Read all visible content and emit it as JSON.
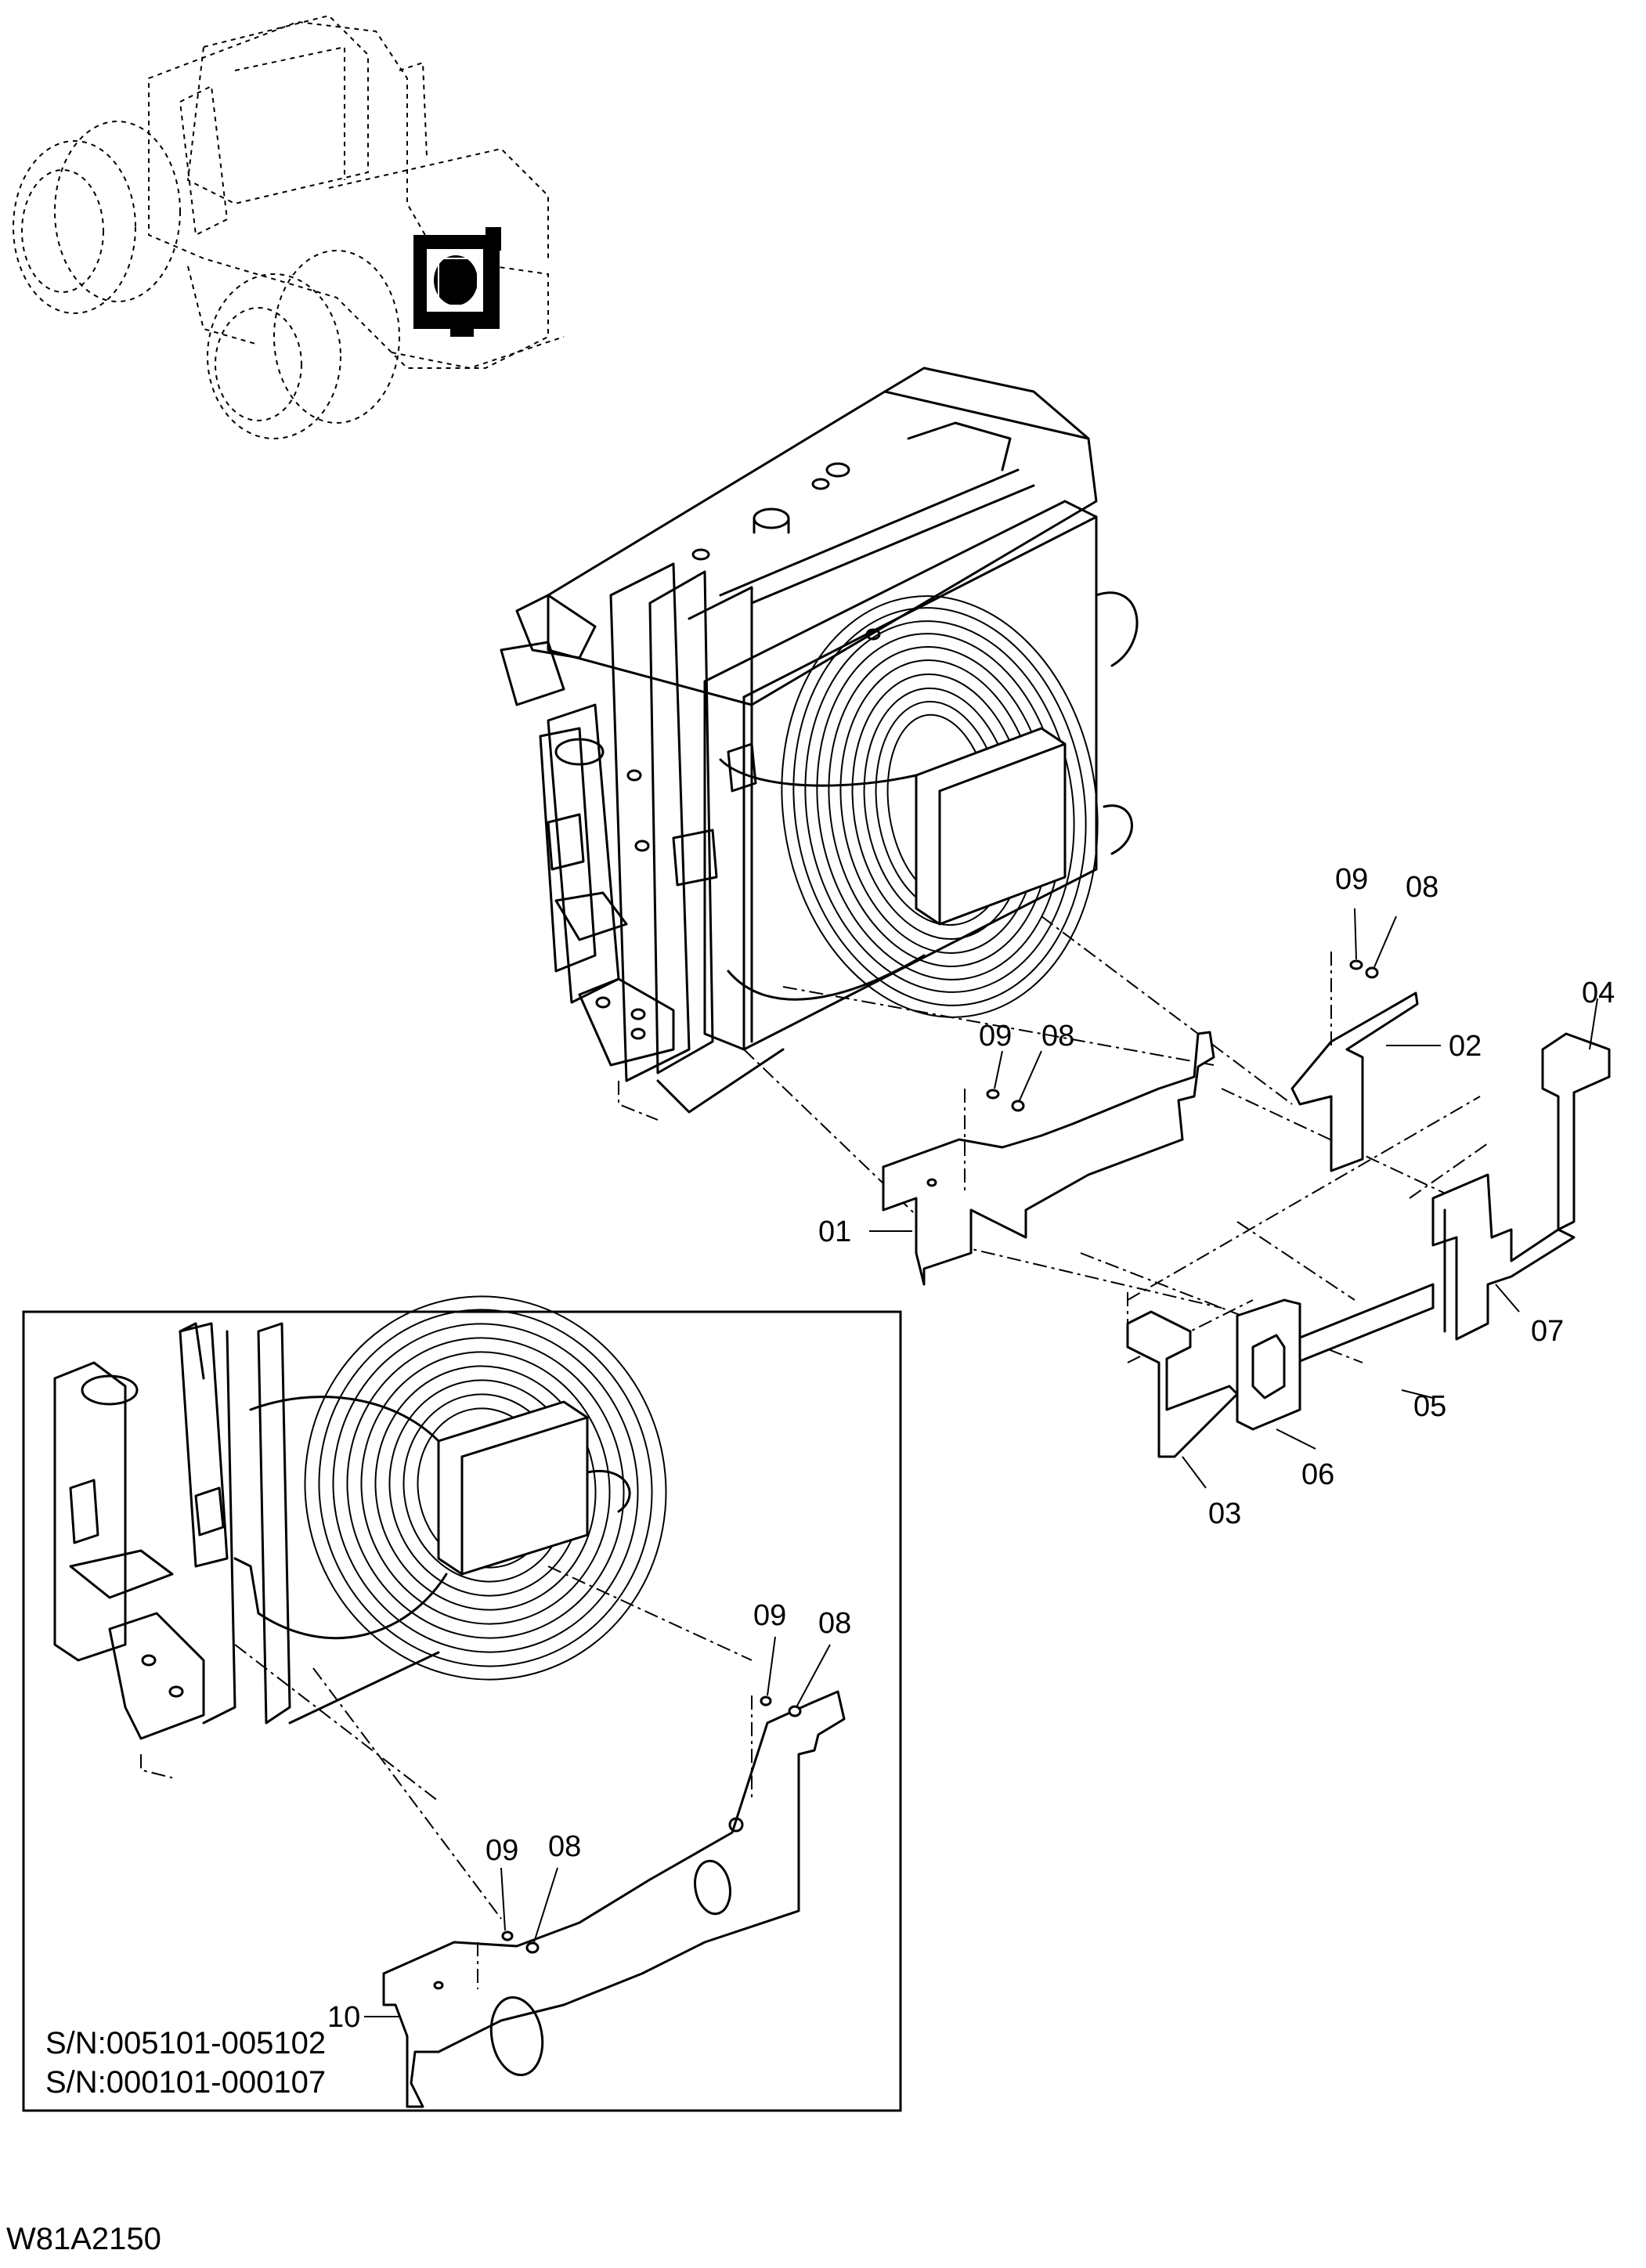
{
  "drawing_code": "W81A2150",
  "serial_ranges": [
    "S/N:005101-005102",
    "S/N:000101-000107"
  ],
  "callouts": {
    "main": [
      "09",
      "08",
      "02",
      "04",
      "09",
      "08",
      "01",
      "07",
      "05",
      "06",
      "03"
    ],
    "inset": [
      "09",
      "08",
      "09",
      "08",
      "10"
    ]
  }
}
